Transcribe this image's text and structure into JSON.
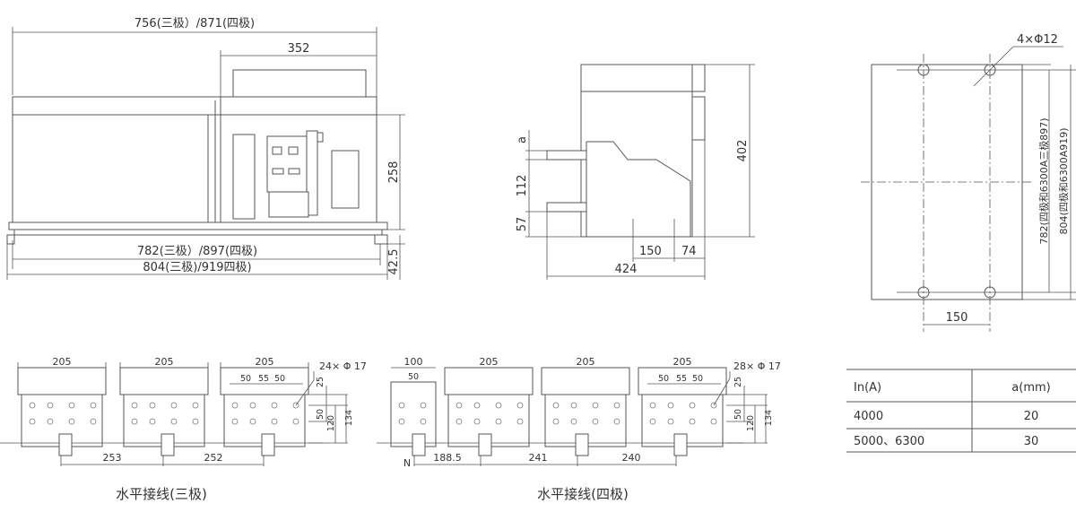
{
  "front_view": {
    "overall_width": "756(三极）/871(四极)",
    "panel_width": "352",
    "height": "258",
    "mount_width_1": "782(三极）/897(四极)",
    "mount_width_2": "804(三极)/919四极)",
    "foot": "42.5"
  },
  "side_view": {
    "a": "a",
    "d112": "112",
    "d57": "57",
    "height": "402",
    "d150": "150",
    "d74": "74",
    "depth": "424"
  },
  "mount_view": {
    "holes": "4×Φ12",
    "dim_782": "782(四极和6300A三极897)",
    "dim_804": "804(四极和6300A919)",
    "d150": "150"
  },
  "three_pole": {
    "w": [
      "205",
      "205",
      "205"
    ],
    "sub": [
      "50",
      "55",
      "50"
    ],
    "holes": "24× Φ 17",
    "v25": "25",
    "v50": "50",
    "v120": "120",
    "v134": "134",
    "b253": "253",
    "b252": "252",
    "caption": "水平接线(三极)"
  },
  "four_pole": {
    "w100": "100",
    "w50": "50",
    "w": [
      "205",
      "205",
      "205"
    ],
    "sub": [
      "50",
      "55",
      "50"
    ],
    "holes": "28× Φ 17",
    "v25": "25",
    "v50": "50",
    "v120": "120",
    "v134": "134",
    "n": "N",
    "b188": "188.5",
    "b241": "241",
    "b240": "240",
    "caption": "水平接线(四极)"
  },
  "table": {
    "headers": [
      "In(A)",
      "a(mm)"
    ],
    "rows": [
      [
        "4000",
        "20"
      ],
      [
        "5000、6300",
        "30"
      ]
    ]
  }
}
